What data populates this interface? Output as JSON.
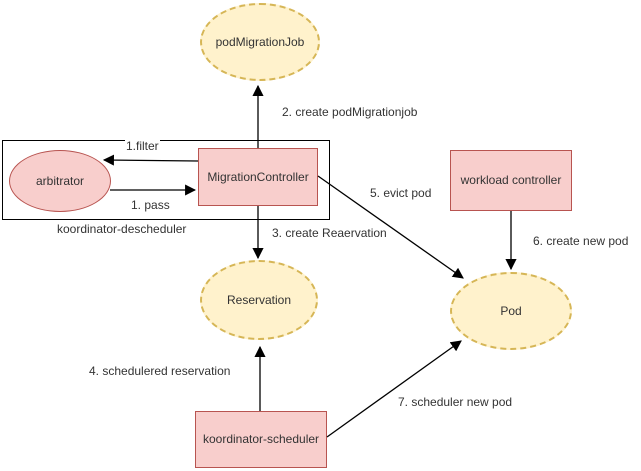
{
  "diagram": {
    "nodes": {
      "pod_migration_job": {
        "label": "podMigrationJob",
        "shape": "ellipse",
        "style": "yellow-dashed"
      },
      "arbitrator": {
        "label": "arbitrator",
        "shape": "ellipse",
        "style": "pink"
      },
      "migration_controller": {
        "label": "MigrationController",
        "shape": "rect",
        "style": "pink"
      },
      "workload_controller": {
        "label": "workload controller",
        "shape": "rect",
        "style": "pink"
      },
      "reservation": {
        "label": "Reservation",
        "shape": "ellipse",
        "style": "yellow-dashed"
      },
      "pod": {
        "label": "Pod",
        "shape": "ellipse",
        "style": "yellow-dashed"
      },
      "koordinator_scheduler": {
        "label": "koordinator-scheduler",
        "shape": "rect",
        "style": "pink"
      }
    },
    "groups": {
      "koordinator_descheduler": {
        "label": "koordinator-descheduler"
      }
    },
    "edges": {
      "filter": {
        "label": "1.filter",
        "from": "migration_controller",
        "to": "arbitrator"
      },
      "pass": {
        "label": "1. pass",
        "from": "arbitrator",
        "to": "migration_controller"
      },
      "create_pod_migration_job": {
        "label": "2. create podMigrationjob",
        "from": "migration_controller",
        "to": "pod_migration_job"
      },
      "create_reservation": {
        "label": "3. create Reaervation",
        "from": "migration_controller",
        "to": "reservation"
      },
      "schedulered_reservation": {
        "label": "4. schedulered reservation",
        "from": "koordinator_scheduler",
        "to": "reservation"
      },
      "evict_pod": {
        "label": "5. evict pod",
        "from": "migration_controller",
        "to": "pod"
      },
      "create_new_pod": {
        "label": "6. create new pod",
        "from": "workload_controller",
        "to": "pod"
      },
      "scheduler_new_pod": {
        "label": "7. scheduler new pod",
        "from": "koordinator_scheduler",
        "to": "pod"
      }
    },
    "colors": {
      "yellow_fill": "#FFF2CC",
      "yellow_border": "#D6B656",
      "pink_fill": "#F8CECC",
      "pink_border": "#B85450",
      "arrow": "#000000",
      "text": "#333333",
      "group_border": "#000000",
      "background": "#FFFFFF"
    }
  }
}
